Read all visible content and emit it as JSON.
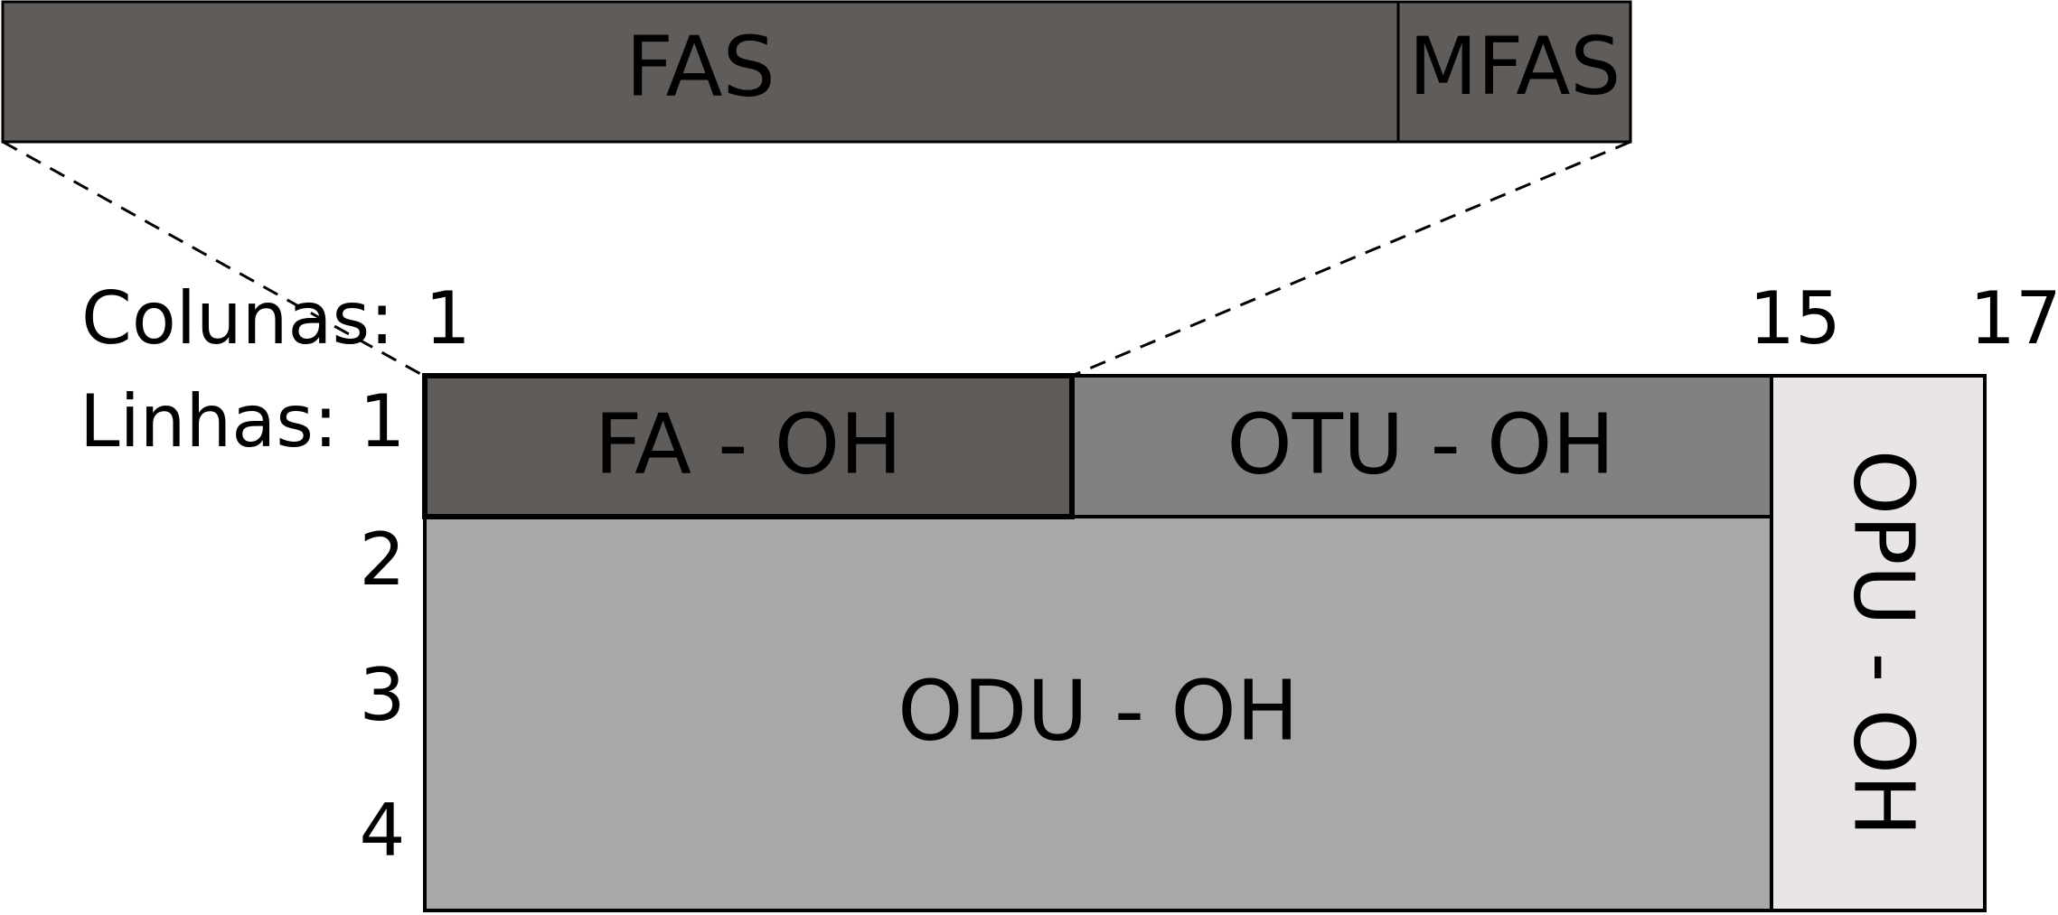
{
  "fas_bar": {
    "fas_label": "FAS",
    "mfas_label": "MFAS"
  },
  "axis_labels": {
    "columns_label": "Colunas:",
    "rows_label": "Linhas:"
  },
  "column_numbers": [
    "1",
    "15",
    "17"
  ],
  "row_numbers": [
    "1",
    "2",
    "3",
    "4"
  ],
  "blocks": {
    "fa_oh": "FA - OH",
    "otu_oh": "OTU - OH",
    "odu_oh": "ODU - OH",
    "opu_oh": "OPU - OH"
  },
  "colors": {
    "fas_fill": "#605c5a",
    "fa_oh_fill": "#605c5a",
    "otu_oh_fill": "#83817f",
    "odu_oh_fill": "#a8a8a8",
    "opu_oh_fill": "#e9e5e4",
    "stroke": "#000000"
  }
}
